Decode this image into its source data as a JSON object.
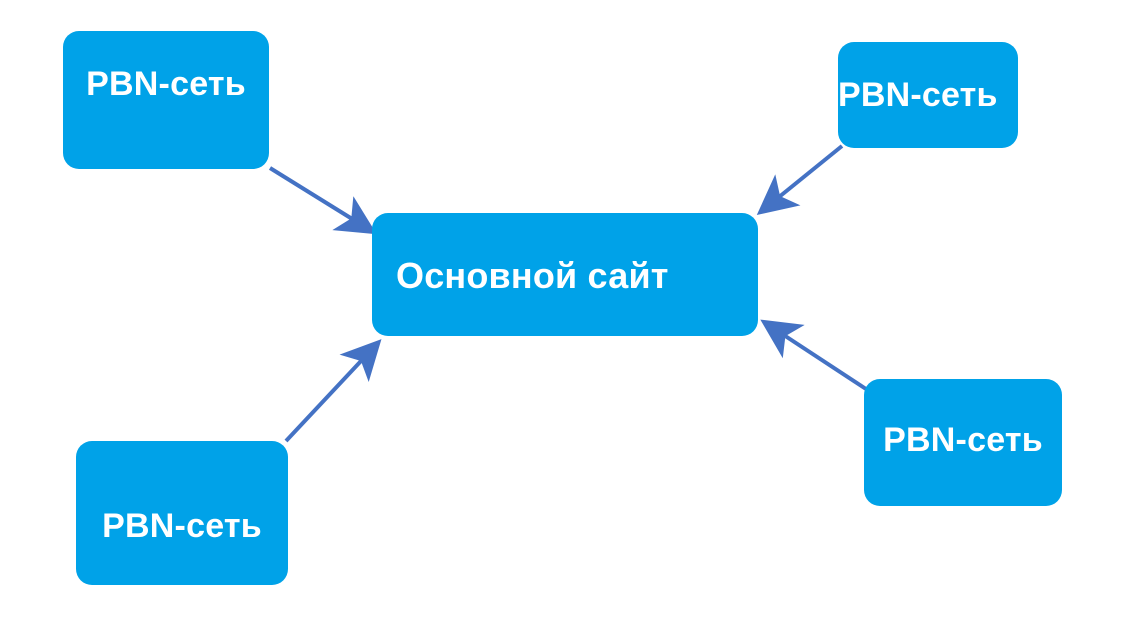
{
  "diagram": {
    "center": {
      "label": "Основной сайт"
    },
    "nodes": [
      {
        "label": "PBN-сеть"
      },
      {
        "label": "PBN-сеть"
      },
      {
        "label": "PBN-сеть"
      },
      {
        "label": "PBN-сеть"
      }
    ],
    "colors": {
      "node_fill": "#00A2E8",
      "node_text": "#FFFFFF",
      "arrow": "#4472C4",
      "background": "#FFFFFF"
    }
  }
}
